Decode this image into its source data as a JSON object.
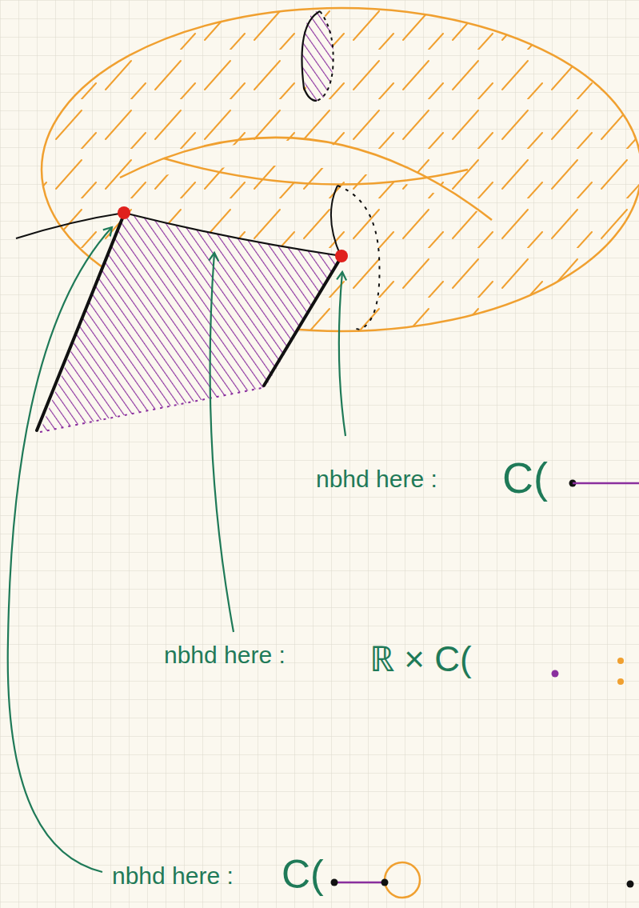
{
  "diagram": {
    "labels": [
      "nbhd here :",
      "C(",
      "nbhd here :",
      "ℝ × C(",
      "nbhd here :",
      "C("
    ]
  }
}
